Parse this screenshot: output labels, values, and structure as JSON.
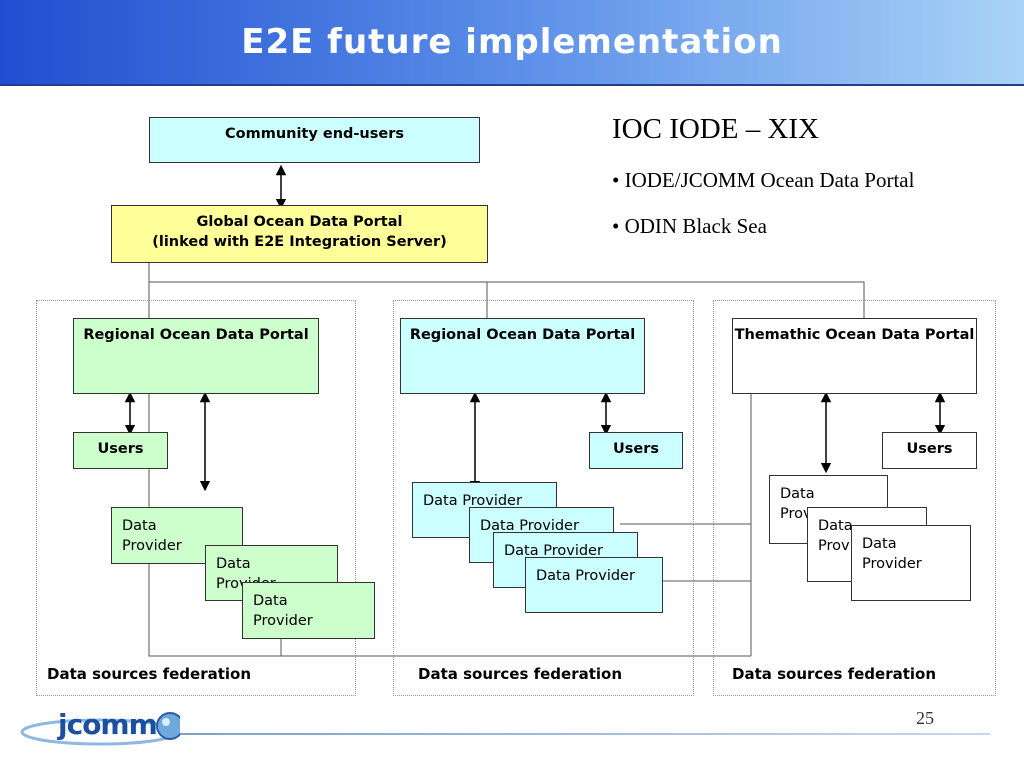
{
  "title": "E2E future implementation",
  "ioc": {
    "heading": "IOC IODE – XIX",
    "bullets": [
      "• IODE/JCOMM Ocean Data Portal",
      "• ODIN Black Sea"
    ]
  },
  "nodes": {
    "community": "Community end-users",
    "global_line1": "Global Ocean Data Portal",
    "global_line2": "(linked with E2E Integration Server)",
    "regional1": "Regional Ocean Data Portal",
    "regional2": "Regional Ocean Data Portal",
    "thematic": "Themathic Ocean Data Portal",
    "users": "Users",
    "provider_inline": "Data Provider",
    "provider_line1": "Data",
    "provider_line2": "Provider"
  },
  "federation_label": "Data sources federation",
  "page_number": "25",
  "logo_text": "jcomm",
  "colors": {
    "header_start": "#1f4fd0",
    "header_end": "#a9d3f7",
    "cyan": "#ccffff",
    "yellow": "#ffff99",
    "green": "#ccffcc"
  }
}
